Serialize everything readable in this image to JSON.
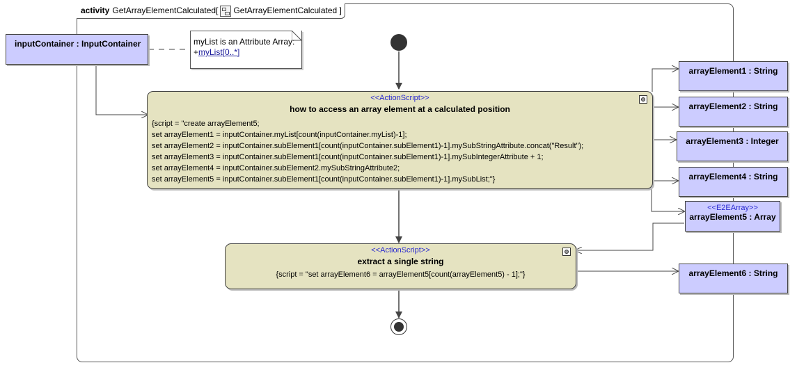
{
  "frame": {
    "keyword": "activity",
    "name": "GetArrayElementCalculated[",
    "behavior": "GetArrayElementCalculated ]"
  },
  "input_object": {
    "label": "inputContainer : InputContainer"
  },
  "note": {
    "line1": "myList is an Attribute Array:",
    "prefix": "+",
    "link": "myList[0..*]"
  },
  "action1": {
    "stereotype": "<<ActionScript>>",
    "title": "how to access an array element at a calculated position",
    "lines": [
      "{script = \"create arrayElement5;",
      "set arrayElement1 = inputContainer.myList[count(inputContainer.myList)-1];",
      "set arrayElement2 = inputContainer.subElement1[count(inputContainer.subElement1)-1].mySubStringAttribute.concat(\"Result\");",
      "set arrayElement3 = inputContainer.subElement1[count(inputContainer.subElement1)-1].mySubIntegerAttribute + 1;",
      "set arrayElement4 = inputContainer.subElement2.mySubStringAttribute2;",
      "set arrayElement5 = inputContainer.subElement1[count(inputContainer.subElement1)-1].mySubList;\"}"
    ]
  },
  "action2": {
    "stereotype": "<<ActionScript>>",
    "title": "extract a single string",
    "script": "{script = \"set arrayElement6 = arrayElement5[count(arrayElement5) - 1];\"}"
  },
  "outputs": {
    "e1": "arrayElement1 : String",
    "e2": "arrayElement2 : String",
    "e3": "arrayElement3 : Integer",
    "e4": "arrayElement4 : String",
    "e5_stereotype": "<<E2EArray>>",
    "e5": "arrayElement5 : Array",
    "e6": "arrayElement6 : String"
  },
  "colors": {
    "object_fill": "#ccccff",
    "action_fill": "#e5e3c1",
    "stereotype_text": "#2a2ad0"
  }
}
